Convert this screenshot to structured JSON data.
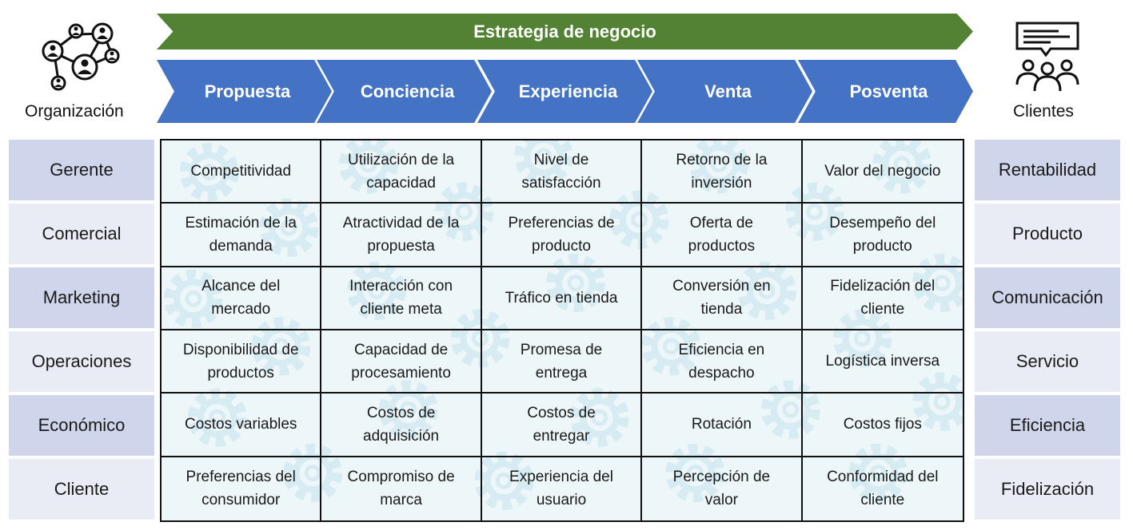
{
  "strategy": "Estrategia de negocio",
  "stages": [
    "Propuesta",
    "Conciencia",
    "Experiencia",
    "Venta",
    "Posventa"
  ],
  "organization_label": "Organización",
  "clients_label": "Clientes",
  "roles": [
    "Gerente",
    "Comercial",
    "Marketing",
    "Operaciones",
    "Económico",
    "Cliente"
  ],
  "outcomes": [
    "Rentabilidad",
    "Producto",
    "Comunicación",
    "Servicio",
    "Eficiencia",
    "Fidelización"
  ],
  "matrix": [
    [
      [
        "Competitividad"
      ],
      [
        "Utilización de la",
        "capacidad"
      ],
      [
        "Nivel de",
        "satisfacción"
      ],
      [
        "Retorno de la",
        "inversión"
      ],
      [
        "Valor del negocio"
      ]
    ],
    [
      [
        "Estimación de la",
        "demanda"
      ],
      [
        "Atractividad de la",
        "propuesta"
      ],
      [
        "Preferencias de",
        "producto"
      ],
      [
        "Oferta de",
        "productos"
      ],
      [
        "Desempeño del",
        "producto"
      ]
    ],
    [
      [
        "Alcance del",
        "mercado"
      ],
      [
        "Interacción con",
        "cliente meta"
      ],
      [
        "Tráfico en tienda"
      ],
      [
        "Conversión en",
        "tienda"
      ],
      [
        "Fidelización del",
        "cliente"
      ]
    ],
    [
      [
        "Disponibilidad de",
        "productos"
      ],
      [
        "Capacidad de",
        "procesamiento"
      ],
      [
        "Promesa de",
        "entrega"
      ],
      [
        "Eficiencia en",
        "despacho"
      ],
      [
        "Logística inversa"
      ]
    ],
    [
      [
        "Costos variables"
      ],
      [
        "Costos de",
        "adquisición"
      ],
      [
        "Costos de",
        "entregar"
      ],
      [
        "Rotación"
      ],
      [
        "Costos fijos"
      ]
    ],
    [
      [
        "Preferencias del",
        "consumidor"
      ],
      [
        "Compromiso de",
        "marca"
      ],
      [
        "Experiencia del",
        "usuario"
      ],
      [
        "Percepción de",
        "valor"
      ],
      [
        "Conformidad del",
        "cliente"
      ]
    ]
  ],
  "colors": {
    "banner": "#548235",
    "chevron": "#4472c4",
    "side_dark": "#cfd5ea",
    "side_light": "#e9ebf5",
    "gear": "#d6ebf2"
  },
  "icons": [
    "network-people-icon",
    "audience-feedback-icon",
    "gear-icon"
  ]
}
